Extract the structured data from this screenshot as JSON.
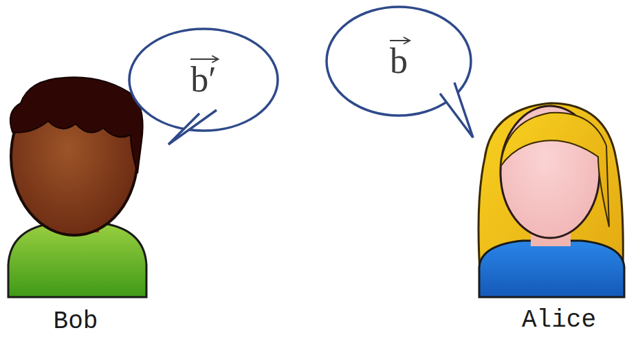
{
  "diagram": {
    "nodes": [
      {
        "text": [
          "b′"
        ]
      },
      {
        "text": [
          "b"
        ]
      }
    ],
    "labels": [
      "Bob",
      "Alice"
    ]
  }
}
